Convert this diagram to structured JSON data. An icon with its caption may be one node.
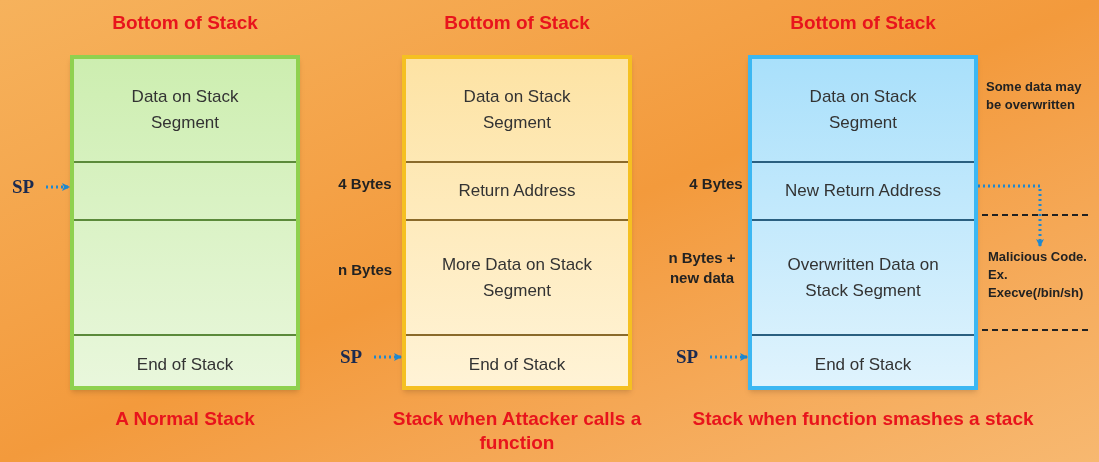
{
  "diagram": {
    "nodes": [
      {
        "text": [
          "Bottom of Stack"
        ],
        "beside": [
          "A Normal Stack"
        ]
      },
      {
        "text": [
          "Data on Stack Segment"
        ],
        "in": 0
      },
      {
        "text": [],
        "shape": "box",
        "in": 0
      },
      {
        "text": [],
        "shape": "box",
        "in": 0
      },
      {
        "text": [
          "End of Stack"
        ],
        "in": 0
      },
      {
        "text": [
          "SP"
        ]
      },
      {
        "text": [
          "Bottom of Stack"
        ],
        "beside": [
          "Stack when Attacker calls a function"
        ]
      },
      {
        "text": [
          "Data on Stack Segment"
        ],
        "in": 6
      },
      {
        "text": [
          "Return Address"
        ],
        "in": 6
      },
      {
        "text": [
          "More Data on Stack Segment"
        ],
        "in": 6
      },
      {
        "text": [
          "End of Stack"
        ],
        "in": 6
      },
      {
        "text": [
          "SP"
        ]
      },
      {
        "text": [
          "Bottom of Stack"
        ],
        "beside": [
          "Stack when function smashes a stack"
        ]
      },
      {
        "text": [
          "Data on Stack Segment"
        ],
        "in": 12
      },
      {
        "text": [
          "New Return Address"
        ],
        "in": 12
      },
      {
        "text": [
          "Overwritten  Data on Stack Segment"
        ],
        "in": 12
      },
      {
        "text": [
          "End of Stack"
        ],
        "in": 12
      },
      {
        "text": [
          "SP"
        ]
      },
      {
        "text": [
          "Malicious Code. Ex. Execve(/bin/sh)"
        ]
      }
    ],
    "edges": [
      {
        "from": 5,
        "to": 2,
        "arrow": "to",
        "style": "dashed"
      },
      {
        "from": 11,
        "to": 10,
        "arrow": "to",
        "style": "dashed"
      },
      {
        "from": 17,
        "to": 16,
        "arrow": "to",
        "style": "dashed"
      },
      {
        "from": 14,
        "to": 18,
        "arrow": "to",
        "style": "dashed"
      }
    ],
    "labels": [
      "4 Bytes",
      "n Bytes",
      "4 Bytes",
      "n Bytes + new data",
      "Some data may be overwritten"
    ]
  }
}
